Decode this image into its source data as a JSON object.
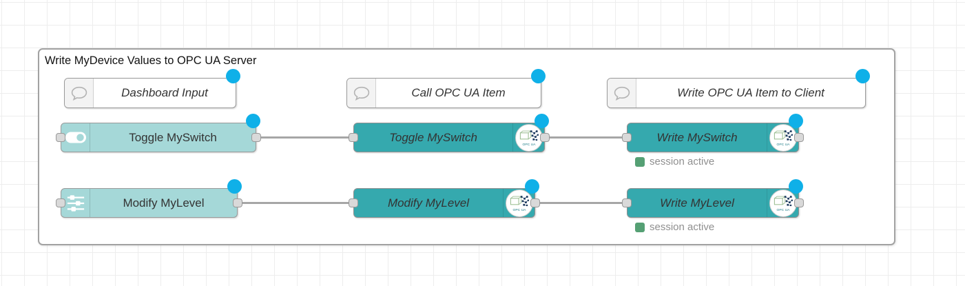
{
  "group": {
    "title": "Write MyDevice Values to OPC UA Server"
  },
  "comments": [
    {
      "label": "Dashboard Input"
    },
    {
      "label": "Call OPC UA Item"
    },
    {
      "label": "Write OPC UA Item to Client"
    }
  ],
  "nodes": {
    "toggle_dashboard": {
      "label": "Toggle MySwitch"
    },
    "toggle_call": {
      "label": "Toggle MySwitch"
    },
    "write_myswitch": {
      "label": "Write MySwitch",
      "status": "session active"
    },
    "modify_dashboard": {
      "label": "Modify MyLevel"
    },
    "modify_call": {
      "label": "Modify MyLevel"
    },
    "write_mylevel": {
      "label": "Write MyLevel",
      "status": "session active"
    }
  },
  "icons": {
    "opcua_label": "OPC UA",
    "comment_icon": "speech-bubble",
    "toggle_icon": "toggle-switch",
    "sliders_icon": "sliders"
  },
  "colors": {
    "light_node": "#a5d8d8",
    "teal_node": "#35a9ae",
    "changed_badge": "#0fb0e8",
    "status_green": "#55a074",
    "wire": "#a6a6a6",
    "group_border": "#a2a2a2"
  }
}
